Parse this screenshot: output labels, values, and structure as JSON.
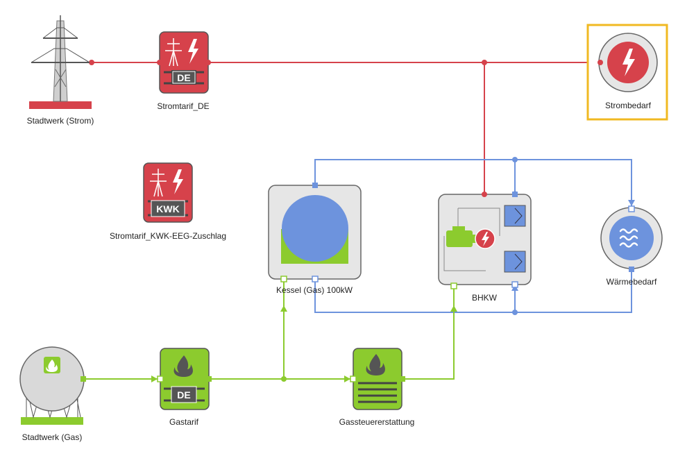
{
  "labels": {
    "stadtwerk_strom": "Stadtwerk (Strom)",
    "stromtarif_de": "Stromtarif_DE",
    "strombedarf": "Strombedarf",
    "stromtarif_kwk": "Stromtarif_KWK-EEG-Zuschlag",
    "kessel": "Kessel (Gas) 100kW",
    "bhkw": "BHKW",
    "waermebedarf": "Wärmebedarf",
    "stadtwerk_gas": "Stadtwerk (Gas)",
    "gastarif": "Gastarif",
    "gassteuer": "Gassteuererstattung"
  },
  "badges": {
    "de_strom": "DE",
    "kwk": "KWK",
    "de_gas": "DE"
  },
  "colors": {
    "electric": "#d6424b",
    "heat": "#6d93dd",
    "gas": "#8ccb2e",
    "highlight": "#f0b922"
  }
}
